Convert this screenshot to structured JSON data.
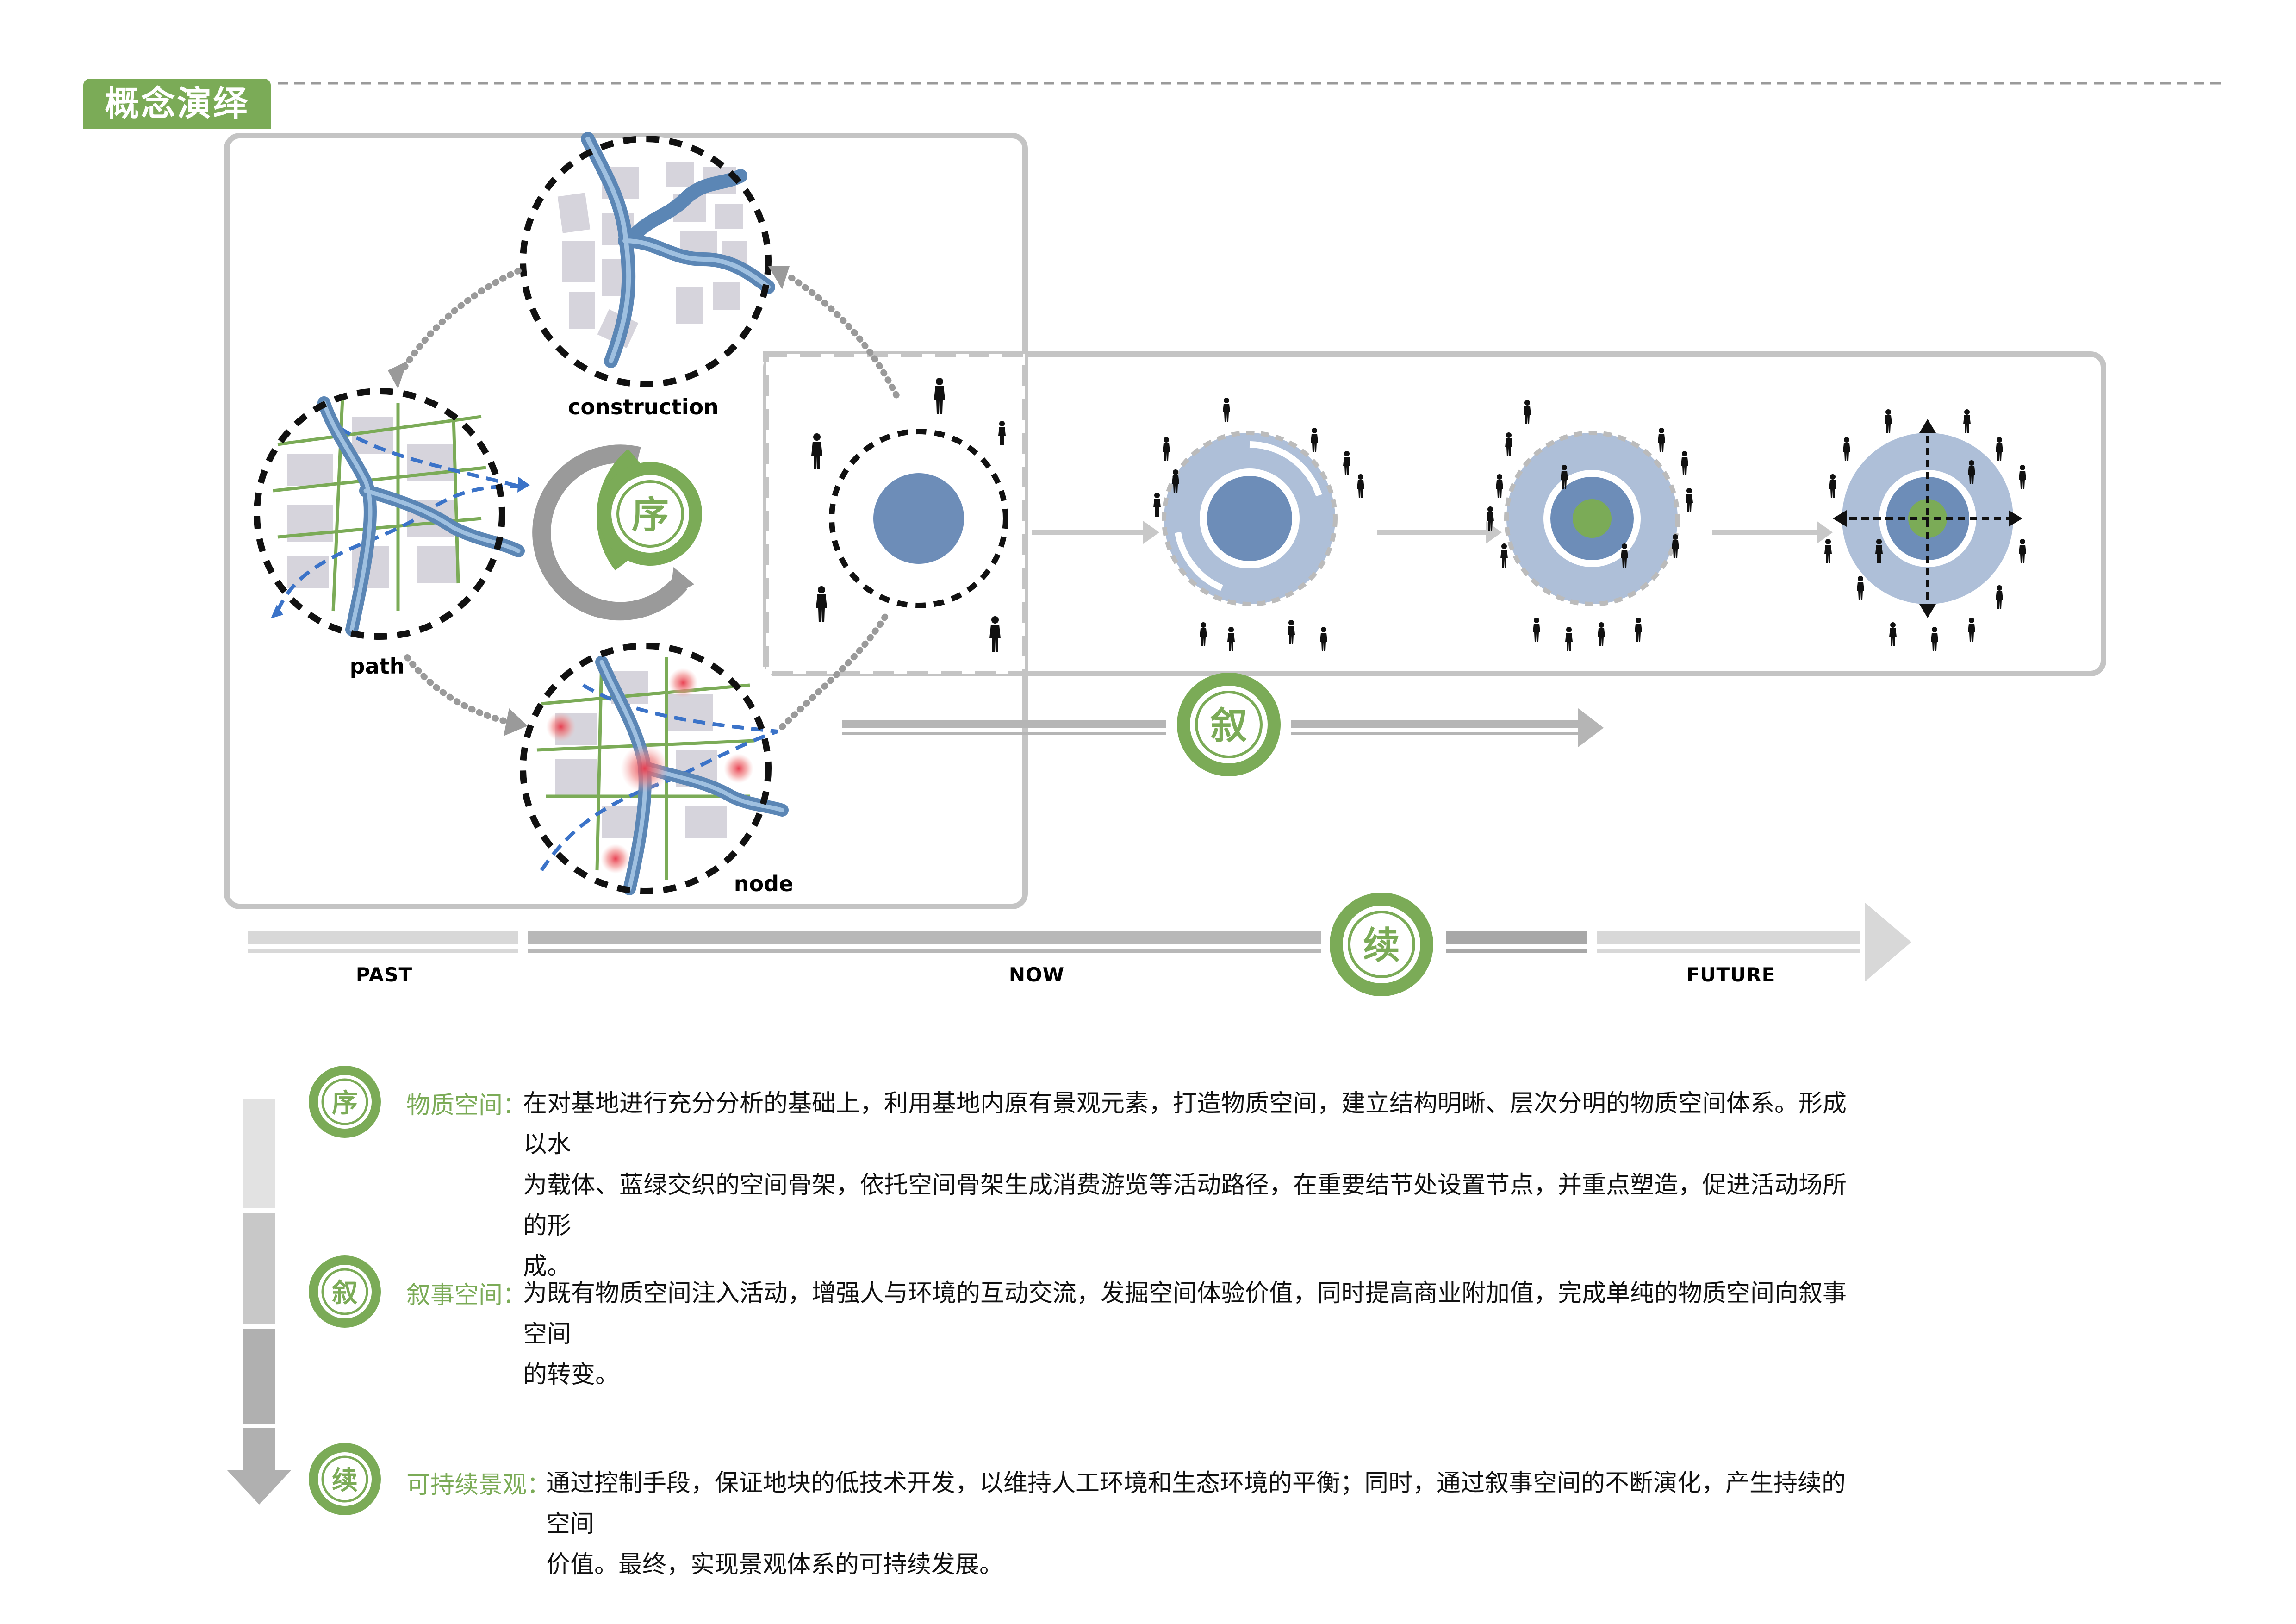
{
  "header": {
    "title": "概念演绎"
  },
  "concept": {
    "construction_label": "construction",
    "path_label": "path",
    "node_label": "node",
    "center_char": "序",
    "narrative_char": "叙",
    "sustain_char": "续"
  },
  "timeline": {
    "past_label": "PAST",
    "now_label": "NOW",
    "future_label": "FUTURE"
  },
  "descriptions": [
    {
      "icon_char": "序",
      "label": "物质空间：",
      "lines": [
        "在对基地进行充分分析的基础上，利用基地内原有景观元素，打造物质空间，建立结构明晰、层次分明的物质空间体系。形成以水",
        "为载体、蓝绿交织的空间骨架，依托空间骨架生成消费游览等活动路径，在重要结节处设置节点，并重点塑造，促进活动场所的形",
        "成。"
      ]
    },
    {
      "icon_char": "叙",
      "label": "叙事空间：",
      "lines": [
        "为既有物质空间注入活动，增强人与环境的互动交流，发掘空间体验价值，同时提高商业附加值，完成单纯的物质空间向叙事空间",
        "的转变。"
      ]
    },
    {
      "icon_char": "续",
      "label": "可持续景观：",
      "lines": [
        "通过控制手段，保证地块的低技术开发，以维持人工环境和生态环境的平衡；同时，通过叙事空间的不断演化，产生持续的空间",
        "价值。最终，实现景观体系的可持续发展。"
      ]
    }
  ],
  "colors": {
    "accent_green": "#7bab57",
    "water_blue": "#5b86b5",
    "circle_blue": "#6d8db8",
    "ring_blue": "#aebfd8",
    "frame_gray": "#c4c4c4",
    "node_red": "#ef5a5a"
  }
}
